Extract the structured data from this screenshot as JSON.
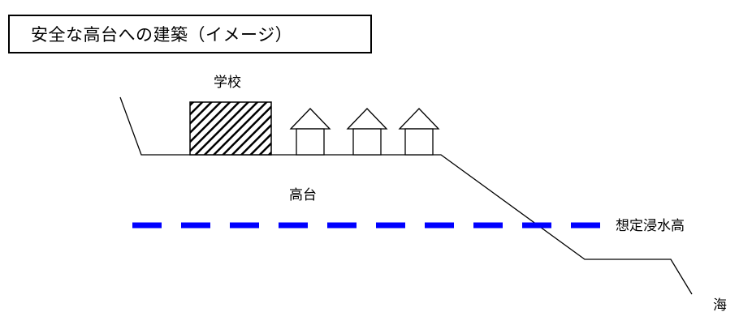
{
  "title": "安全な高台への建築（イメージ）",
  "labels": {
    "school": "学校",
    "plateau": "高台",
    "inundation": "想定浸水高",
    "sea": "海"
  },
  "colors": {
    "inundation_line": "#0000ff",
    "outline": "#000000"
  }
}
